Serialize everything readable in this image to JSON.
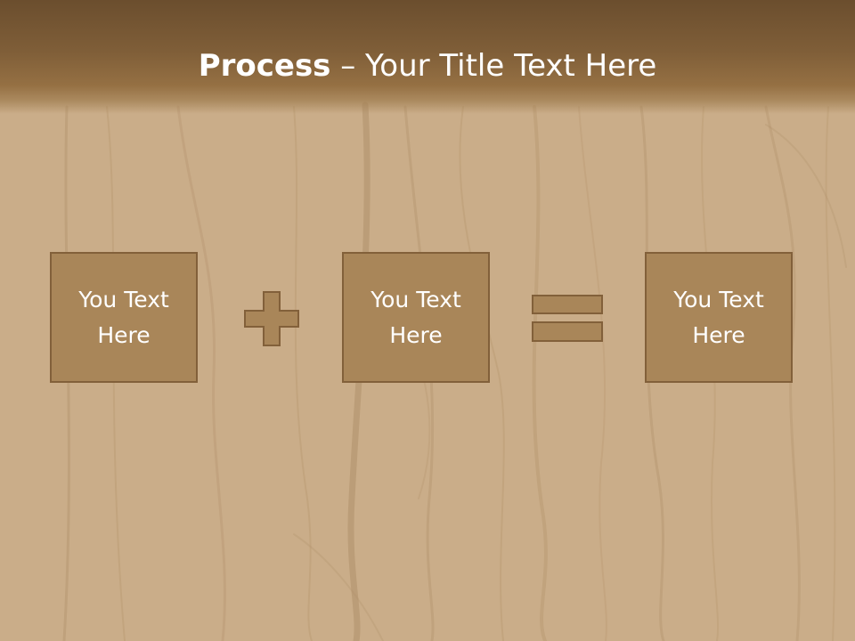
{
  "title": {
    "bold": "Process",
    "rest": " – Your Title Text Here"
  },
  "process": {
    "boxes": [
      {
        "label": "You Text Here"
      },
      {
        "label": "You Text Here"
      },
      {
        "label": "You Text Here"
      }
    ],
    "operators": [
      "plus",
      "equals"
    ]
  },
  "colors": {
    "box_fill": "#a98659",
    "box_border": "#82603a",
    "operator_fill": "#a98659",
    "title_bar": "#7f5e38",
    "text": "#ffffff"
  }
}
